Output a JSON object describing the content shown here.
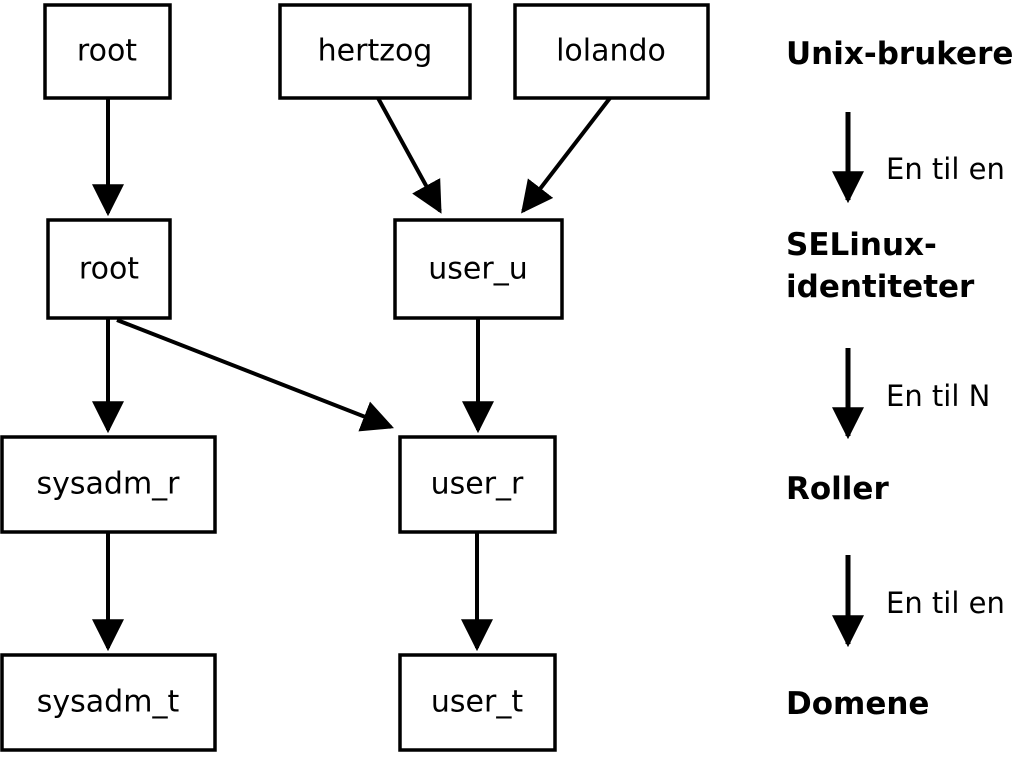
{
  "colors": {
    "foreground": "#000000",
    "background": "#ffffff"
  },
  "nodes": {
    "unix_root": "root",
    "hertzog": "hertzog",
    "lolando": "lolando",
    "selinux_root": "root",
    "user_u": "user_u",
    "sysadm_r": "sysadm_r",
    "user_r": "user_r",
    "sysadm_t": "sysadm_t",
    "user_t": "user_t"
  },
  "edges": [
    {
      "from": "unix_root",
      "to": "selinux_root"
    },
    {
      "from": "hertzog",
      "to": "user_u"
    },
    {
      "from": "lolando",
      "to": "user_u"
    },
    {
      "from": "selinux_root",
      "to": "sysadm_r"
    },
    {
      "from": "selinux_root",
      "to": "user_r"
    },
    {
      "from": "user_u",
      "to": "user_r"
    },
    {
      "from": "sysadm_r",
      "to": "sysadm_t"
    },
    {
      "from": "user_r",
      "to": "user_t"
    }
  ],
  "legend": {
    "unix_users": "Unix-brukere",
    "one_to_one_first": "En til en",
    "selinux_line1": "SELinux-",
    "selinux_line2": "identiteter",
    "one_to_n": "En til N",
    "roles": "Roller",
    "one_to_one_second": "En til en",
    "domains": "Domene"
  }
}
